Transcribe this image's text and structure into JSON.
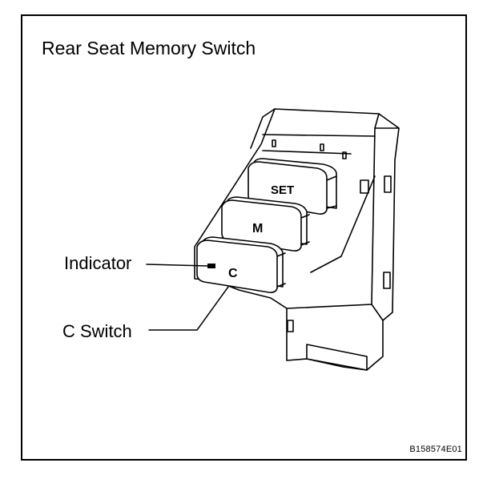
{
  "title": "Rear Seat Memory Switch",
  "callouts": {
    "indicator": "Indicator",
    "c_switch": "C Switch"
  },
  "buttons": {
    "set": "SET",
    "m": "M",
    "c": "C"
  },
  "figure_code": "B158574E01"
}
